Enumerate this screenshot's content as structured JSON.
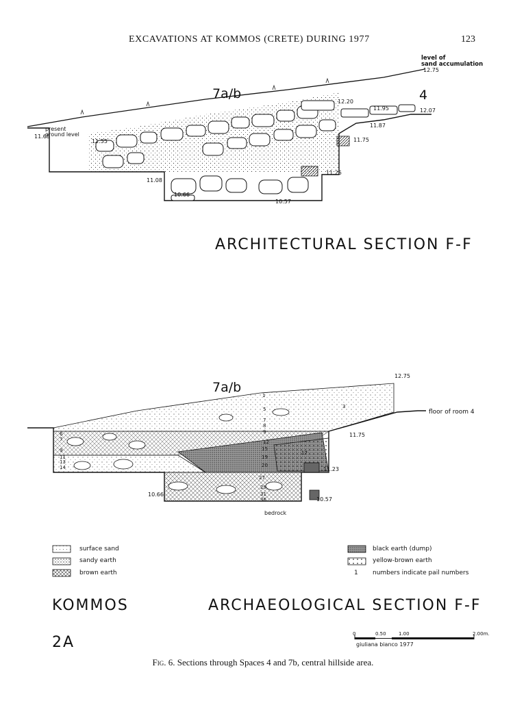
{
  "header": {
    "running_head": "EXCAVATIONS AT KOMMOS (CRETE) DURING 1977",
    "page_number": "123"
  },
  "arch_section": {
    "title": "ARCHITECTURAL SECTION  F-F",
    "space_label": "7a/b",
    "space_4": "4",
    "sand_note_1": "level of",
    "sand_note_2": "sand accumulation",
    "present_1": "present",
    "present_2": "ground level",
    "elevations": {
      "e1275": "12.75",
      "e1220": "12.20",
      "e1195": "11.95",
      "e1207": "12.07",
      "e1187": "11.87",
      "e1175": "11.75",
      "e1165": "11.65",
      "e1155": "11.55",
      "e1125": "11.25",
      "e1108": "11.08",
      "e1066": "10.66",
      "e1057": "10.57"
    }
  },
  "arch_layers": {
    "space_label": "7a/b",
    "top_elev": "12.75",
    "floor_label": "floor of room 4",
    "e1175": "11.75",
    "e1123": "11.23",
    "e1066": "10.66",
    "e1057": "10.57",
    "bedrock": "bedrock",
    "pails": {
      "p1": "1",
      "p3": "3",
      "p5": "5",
      "p6": "6",
      "p7a": "7",
      "p7b": "7",
      "p8": "8",
      "p9a": "9",
      "p9b": "9",
      "p11": "11",
      "p12": "12",
      "p13": "13",
      "p14": "14",
      "p15": "15",
      "p17": "17",
      "p19": "19",
      "p20": "20",
      "p27": "27",
      "p29": "29",
      "p31": "31",
      "p36": "36"
    }
  },
  "legend": {
    "surface_sand": "surface sand",
    "sandy_earth": "sandy earth",
    "brown_earth": "brown earth",
    "black_earth": "black earth (dump)",
    "yellow_brown": "yellow-brown earth",
    "pail_key": "1",
    "pail_note": "numbers indicate pail numbers"
  },
  "bottom": {
    "site": "KOMMOS",
    "arch_title": "ARCHAEOLOGICAL SECTION  F-F",
    "plate": "2A",
    "scale": {
      "s0": "0",
      "s050": "0.50",
      "s100": "1.00",
      "s200": "2.00m.",
      "credit": "giuliana  bianco  1977"
    }
  },
  "caption": {
    "fig": "Fig. 6.",
    "text": "Sections through Spaces 4 and 7b, central hillside area."
  }
}
